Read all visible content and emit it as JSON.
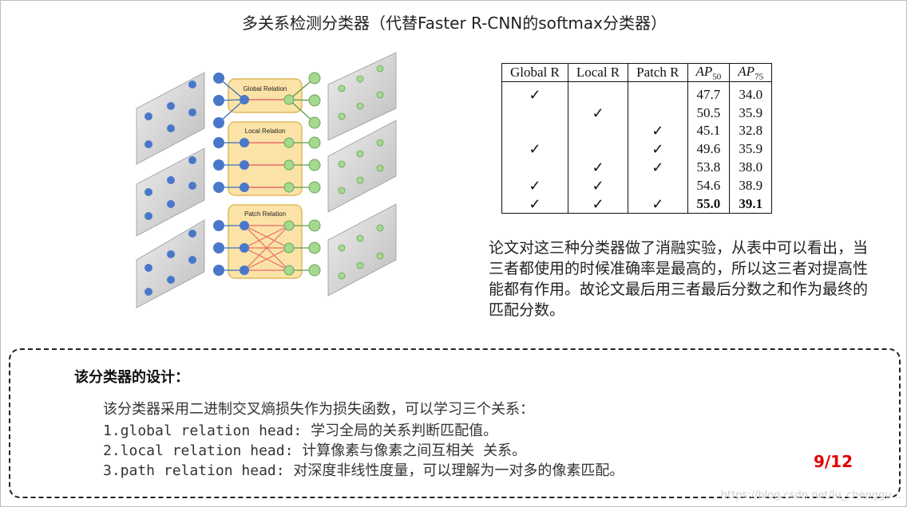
{
  "slide": {
    "title": "多关系检测分类器（代替Faster R-CNN的softmax分类器）",
    "page_number": "9/12",
    "watermark": "https://blog.csdn.net/lu_chenggu..."
  },
  "diagram": {
    "labels": [
      "Global Relation",
      "Local Relation",
      "Patch Relation"
    ],
    "colors": {
      "input_node": "#4a78c8",
      "output_node": "#a6d88f",
      "module_fill": "#fbe3a8",
      "module_stroke": "#e0b85a",
      "edge": "#e86a6a"
    }
  },
  "table": {
    "headers": [
      "Global R",
      "Local R",
      "Patch R",
      "AP50",
      "AP75"
    ],
    "rows": [
      [
        "✓",
        "",
        "",
        "47.7",
        "34.0"
      ],
      [
        "",
        "✓",
        "",
        "50.5",
        "35.9"
      ],
      [
        "",
        "",
        "✓",
        "45.1",
        "32.8"
      ],
      [
        "✓",
        "",
        "✓",
        "49.6",
        "35.9"
      ],
      [
        "",
        "✓",
        "✓",
        "53.8",
        "38.0"
      ],
      [
        "✓",
        "✓",
        "",
        "54.6",
        "38.9"
      ],
      [
        "✓",
        "✓",
        "✓",
        "55.0",
        "39.1"
      ]
    ]
  },
  "paragraph": "论文对这三种分类器做了消融实验，从表中可以看出，当三者都使用的时候准确率是最高的，所以这三者对提高性能都有作用。故论文最后用三者最后分数之和作为最终的匹配分数。",
  "box": {
    "heading": "该分类器的设计：",
    "lines": [
      "该分类器采用二进制交叉熵损失作为损失函数，可以学习三个关系：",
      "1.global relation head: 学习全局的关系判断匹配值。",
      "2.local relation head: 计算像素与像素之间互相关 关系。",
      "3.path relation head: 对深度非线性度量，可以理解为一对多的像素匹配。"
    ]
  }
}
